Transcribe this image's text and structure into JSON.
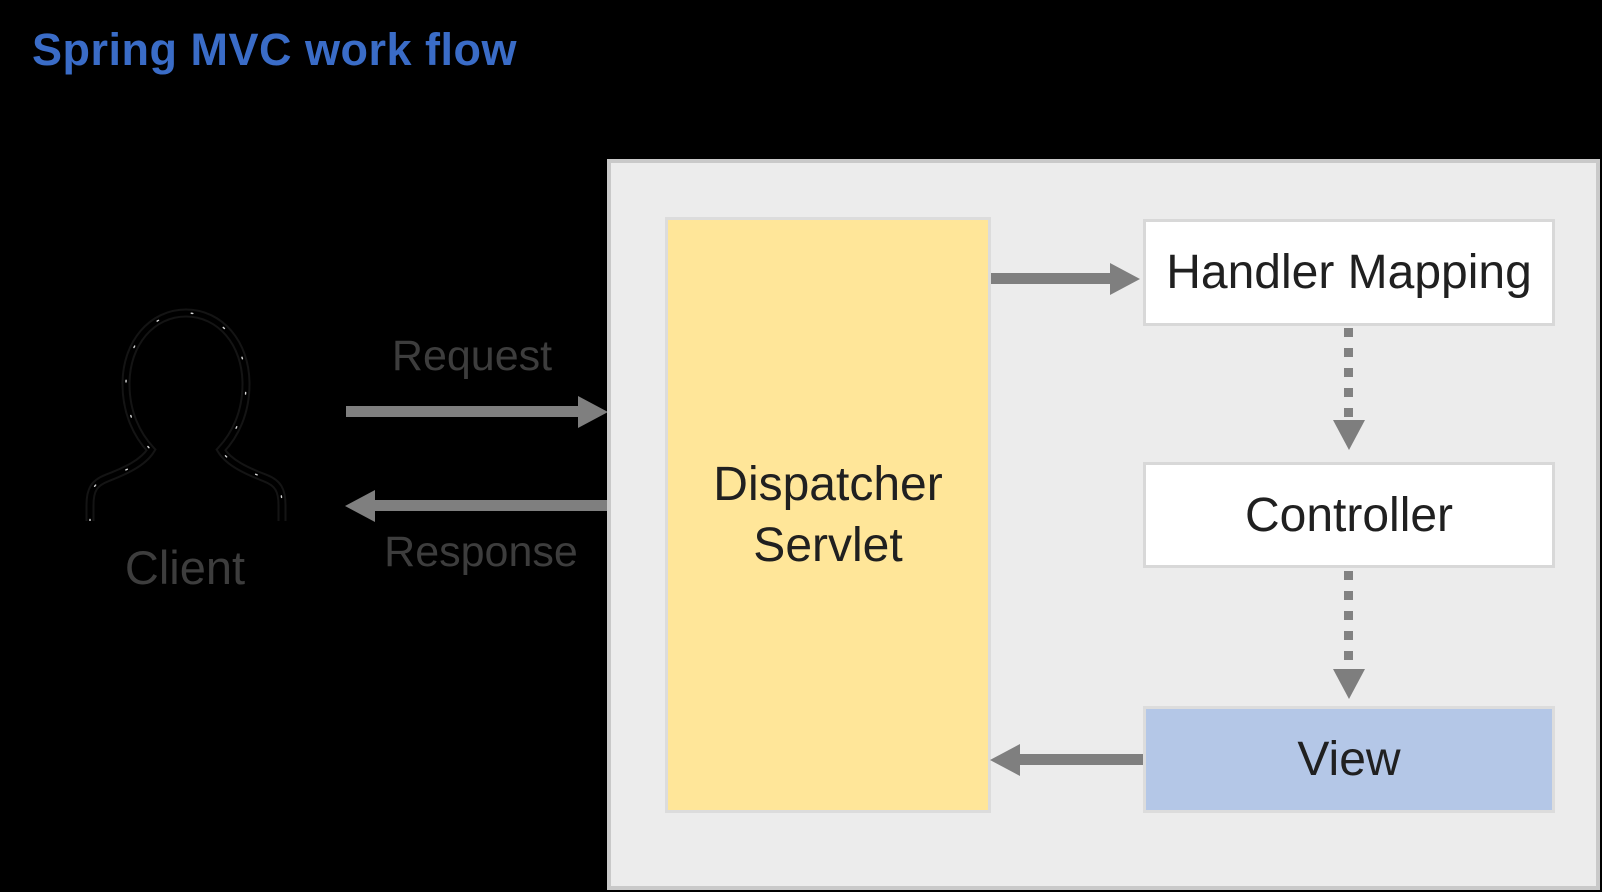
{
  "title": "Spring MVC work flow",
  "client": {
    "label": "Client"
  },
  "arrows": {
    "request_label": "Request",
    "response_label": "Response"
  },
  "nodes": {
    "dispatcher_servlet": "Dispatcher Servlet",
    "handler_mapping": "Handler Mapping",
    "controller": "Controller",
    "view": "View"
  },
  "colors": {
    "background": "#000000",
    "title_blue": "#3A6CC7",
    "panel_background": "#ECECEC",
    "panel_border": "#C9C9C9",
    "dispatcher_fill": "#FFE699",
    "view_fill": "#B4C7E7",
    "white_node_fill": "#FFFFFF",
    "node_border": "#D8D8D8",
    "arrow_gray": "#7F7F7F",
    "dash_gray": "#828282",
    "outside_label_gray": "#3D3D3D",
    "node_text": "#202020"
  }
}
